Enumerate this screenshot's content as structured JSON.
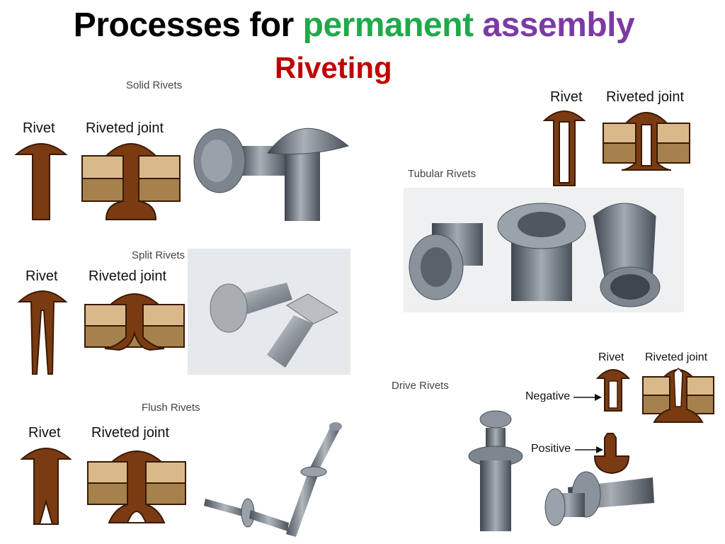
{
  "title": {
    "prefix": "Processes for",
    "word_permanent": "permanent",
    "word_assembly": "assembly",
    "colors": {
      "permanent": "#1faa4a",
      "assembly": "#7b3aa6"
    }
  },
  "subtitle": {
    "text": "Riveting",
    "color": "#c00000"
  },
  "sections": {
    "solid": {
      "caption": "Solid Rivets",
      "rivet_label": "Rivet",
      "joint_label": "Riveted joint"
    },
    "tubular": {
      "caption": "Tubular Rivets",
      "rivet_label": "Rivet",
      "joint_label": "Riveted joint"
    },
    "split": {
      "caption": "Split Rivets",
      "rivet_label": "Rivet",
      "joint_label": "Riveted joint"
    },
    "flush": {
      "caption": "Flush Rivets",
      "rivet_label": "Rivet",
      "joint_label": "Riveted joint"
    },
    "drive": {
      "caption": "Drive Rivets",
      "rivet_label": "Rivet",
      "joint_label": "Riveted joint",
      "negative_label": "Negative",
      "positive_label": "Positive"
    }
  },
  "colors": {
    "rivet_brown": "#7a3b12",
    "plate_light": "#d9b98a",
    "plate_dark": "#a5814c",
    "metal": "#6f7680"
  }
}
